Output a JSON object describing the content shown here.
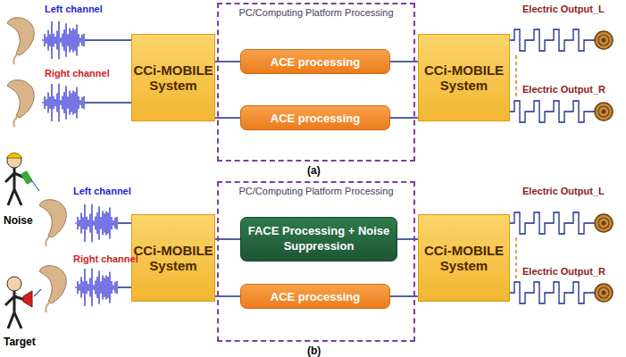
{
  "diagram": {
    "nodes": [
      {
        "text": [
          "PC/Computing Platform Processing"
        ]
      },
      {
        "text": [
          "CCi-MOBILE System"
        ]
      },
      {
        "text": [
          "ACE processing"
        ],
        "in": 0
      },
      {
        "text": [
          "ACE processing"
        ],
        "in": 0
      },
      {
        "text": [
          "CCi-MOBILE System"
        ]
      },
      {
        "text": [
          "PC/Computing Platform Processing"
        ]
      },
      {
        "text": [
          "CCi-MOBILE System"
        ]
      },
      {
        "text": [
          "FACE Processing + Noise Suppression"
        ],
        "in": 5
      },
      {
        "text": [
          "ACE processing"
        ],
        "in": 5
      },
      {
        "text": [
          "CCi-MOBILE System"
        ]
      }
    ],
    "edges": [
      {
        "from": 1,
        "to": 2,
        "arrow": "none"
      },
      {
        "from": 1,
        "to": 3,
        "arrow": "none"
      },
      {
        "from": 2,
        "to": 4,
        "arrow": "none"
      },
      {
        "from": 3,
        "to": 4,
        "arrow": "none"
      },
      {
        "from": 6,
        "to": 7,
        "arrow": "none"
      },
      {
        "from": 6,
        "to": 8,
        "arrow": "none"
      },
      {
        "from": 7,
        "to": 9,
        "arrow": "none"
      },
      {
        "from": 8,
        "to": 9,
        "arrow": "none"
      }
    ],
    "labels": [
      "Left channel",
      "Right channel",
      "Electric Output_L",
      "Electric Output_R",
      "(a)",
      "Noise",
      "Target",
      "Left channel",
      "Right channel",
      "Electric Output_L",
      "Electric Output_R",
      "(b)"
    ]
  }
}
